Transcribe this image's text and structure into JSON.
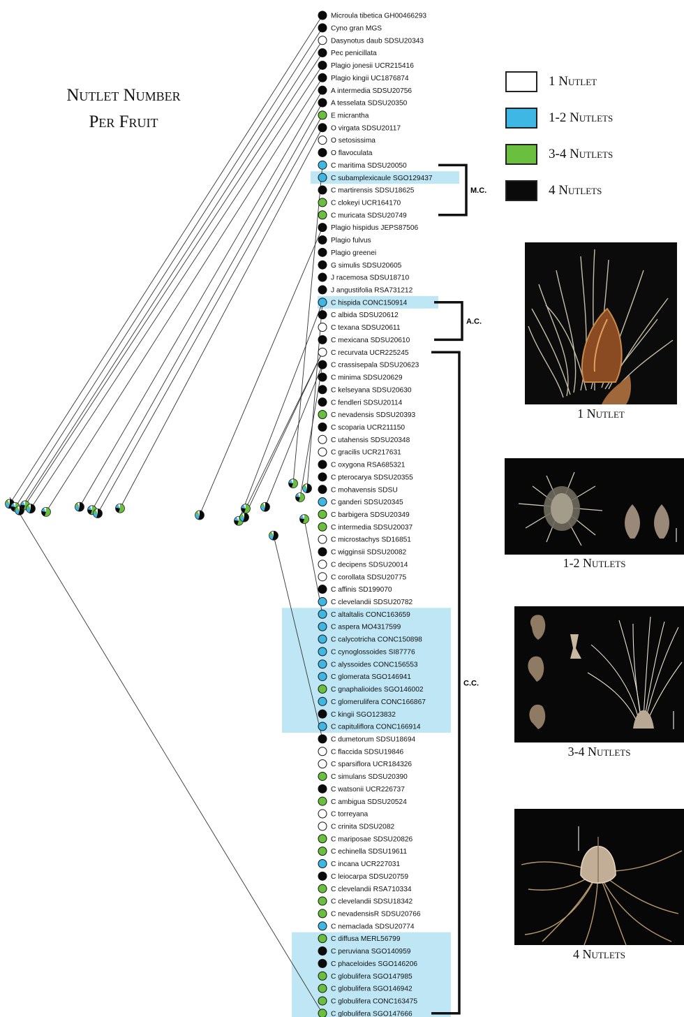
{
  "title_lines": [
    "Nutlet Number",
    "Per Fruit"
  ],
  "legend": [
    {
      "label": "1 Nutlet",
      "color": "#ffffff"
    },
    {
      "label": "1-2 Nutlets",
      "color": "#3fb7e4"
    },
    {
      "label": "3-4 Nutlets",
      "color": "#6abf3e"
    },
    {
      "label": "4 Nutlets",
      "color": "#0a0a0a"
    }
  ],
  "photos": [
    {
      "caption": "1 Nutlet"
    },
    {
      "caption": "1-2 Nutlets"
    },
    {
      "caption": "3-4 Nutlets"
    },
    {
      "caption": "4 Nutlets"
    }
  ],
  "clades": [
    {
      "label": "M.C.",
      "from": "C maritima SDSU20050",
      "to": "C muricata SDSU20749"
    },
    {
      "label": "A.C.",
      "from": "C hispida CONC150914",
      "to": "C mexicana SDSU20610"
    },
    {
      "label": "C.C.",
      "from": "C recurvata UCR225245",
      "to": "C globulifera SGO147666"
    }
  ],
  "highlight_groups": [
    [
      "C subamplexicaule SGO129437"
    ],
    [
      "C hispida CONC150914"
    ],
    [
      "C altaltalis CONC163659",
      "C aspera MO4317599",
      "C calycotricha CONC150898",
      "C cynoglossoides SI87776",
      "C alyssoides CONC156553",
      "C glomerata SGO146941",
      "C gnaphalioides SGO146002",
      "C glomerulifera CONC166867",
      "C kingii SGO123832",
      "C capituliflora CONC166914"
    ],
    [
      "C diffusa MERL56799",
      "C peruviana SGO140959",
      "C phaceloides SGO146206",
      "C globulifera SGO147985",
      "C globulifera SGO146942",
      "C globulifera CONC163475",
      "C globulifera SGO147666"
    ]
  ],
  "taxa": [
    {
      "name": "Microula tibetica GH00466293",
      "state": "4"
    },
    {
      "name": "Cyno gran MGS",
      "state": "4"
    },
    {
      "name": "Dasynotus daub SDSU20343",
      "state": "1"
    },
    {
      "name": "Pec penicillata",
      "state": "4"
    },
    {
      "name": "Plagio jonesii UCR215416",
      "state": "4"
    },
    {
      "name": "Plagio kingii UC1876874",
      "state": "4"
    },
    {
      "name": "A intermedia SDSU20756",
      "state": "4"
    },
    {
      "name": "A tesselata SDSU20350",
      "state": "4"
    },
    {
      "name": "E micrantha",
      "state": "3-4"
    },
    {
      "name": "O virgata SDSU20117",
      "state": "4"
    },
    {
      "name": "O setosissima",
      "state": "1"
    },
    {
      "name": "O flavoculata",
      "state": "4"
    },
    {
      "name": "C maritima SDSU20050",
      "state": "1-2"
    },
    {
      "name": "C subamplexicaule SGO129437",
      "state": "1-2"
    },
    {
      "name": "C martirensis SDSU18625",
      "state": "4"
    },
    {
      "name": "C clokeyi UCR164170",
      "state": "3-4"
    },
    {
      "name": "C muricata SDSU20749",
      "state": "3-4"
    },
    {
      "name": "Plagio hispidus JEPS87506",
      "state": "4"
    },
    {
      "name": "Plagio fulvus",
      "state": "4"
    },
    {
      "name": "Plagio greenei",
      "state": "4"
    },
    {
      "name": "G simulis SDSU20605",
      "state": "4"
    },
    {
      "name": "J racemosa SDSU18710",
      "state": "4"
    },
    {
      "name": "J angustifolia RSA731212",
      "state": "4"
    },
    {
      "name": "C hispida CONC150914",
      "state": "1-2"
    },
    {
      "name": "C albida SDSU20612",
      "state": "4"
    },
    {
      "name": "C texana SDSU20611",
      "state": "1"
    },
    {
      "name": "C mexicana SDSU20610",
      "state": "4"
    },
    {
      "name": "C recurvata UCR225245",
      "state": "1"
    },
    {
      "name": "C crassisepala SDSU20623",
      "state": "4"
    },
    {
      "name": "C minima SDSU20629",
      "state": "4"
    },
    {
      "name": "C kelseyana SDSU20630",
      "state": "4"
    },
    {
      "name": "C fendleri SDSU20114",
      "state": "4"
    },
    {
      "name": "C nevadensis SDSU20393",
      "state": "3-4"
    },
    {
      "name": "C scoparia UCR211150",
      "state": "4"
    },
    {
      "name": "C utahensis SDSU20348",
      "state": "1"
    },
    {
      "name": "C gracilis UCR217631",
      "state": "1"
    },
    {
      "name": "C oxygona RSA685321",
      "state": "4"
    },
    {
      "name": "C pterocarya SDSU20355",
      "state": "4"
    },
    {
      "name": "C mohavensis SDSU",
      "state": "4"
    },
    {
      "name": "C ganderi SDSU20345",
      "state": "1-2"
    },
    {
      "name": "C barbigera SDSU20349",
      "state": "3-4"
    },
    {
      "name": "C intermedia SDSU20037",
      "state": "3-4"
    },
    {
      "name": "C microstachys SD16851",
      "state": "1"
    },
    {
      "name": "C wigginsii SDSU20082",
      "state": "4"
    },
    {
      "name": "C decipens SDSU20014",
      "state": "1"
    },
    {
      "name": "C corollata SDSU20775",
      "state": "1"
    },
    {
      "name": "C affinis SD199070",
      "state": "4"
    },
    {
      "name": "C clevelandii SDSU20782",
      "state": "1-2"
    },
    {
      "name": "C altaltalis CONC163659",
      "state": "1-2"
    },
    {
      "name": "C aspera MO4317599",
      "state": "1-2"
    },
    {
      "name": "C calycotricha CONC150898",
      "state": "1-2"
    },
    {
      "name": "C cynoglossoides SI87776",
      "state": "1-2"
    },
    {
      "name": "C alyssoides CONC156553",
      "state": "1-2"
    },
    {
      "name": "C glomerata SGO146941",
      "state": "1-2"
    },
    {
      "name": "C gnaphalioides SGO146002",
      "state": "3-4"
    },
    {
      "name": "C glomerulifera CONC166867",
      "state": "1-2"
    },
    {
      "name": "C kingii SGO123832",
      "state": "4"
    },
    {
      "name": "C capituliflora CONC166914",
      "state": "1-2"
    },
    {
      "name": "C dumetorum SDSU18694",
      "state": "4"
    },
    {
      "name": "C flaccida SDSU19846",
      "state": "1"
    },
    {
      "name": "C sparsiflora UCR184326",
      "state": "1"
    },
    {
      "name": "C simulans SDSU20390",
      "state": "3-4"
    },
    {
      "name": "C watsonii UCR226737",
      "state": "4"
    },
    {
      "name": "C ambigua SDSU20524",
      "state": "3-4"
    },
    {
      "name": "C torreyana",
      "state": "1"
    },
    {
      "name": "C crinita SDSU2082",
      "state": "1"
    },
    {
      "name": "C mariposae SDSU20826",
      "state": "3-4"
    },
    {
      "name": "C echinella SDSU19611",
      "state": "3-4"
    },
    {
      "name": "C incana UCR227031",
      "state": "1-2"
    },
    {
      "name": "C leiocarpa SDSU20759",
      "state": "4"
    },
    {
      "name": "C clevelandii RSA710334",
      "state": "3-4"
    },
    {
      "name": "C clevelandii SDSU18342",
      "state": "3-4"
    },
    {
      "name": "C nevadensisR SDSU20766",
      "state": "3-4"
    },
    {
      "name": "C nemaclada SDSU20774",
      "state": "1-2"
    },
    {
      "name": "C diffusa MERL56799",
      "state": "3-4"
    },
    {
      "name": "C peruviana SGO140959",
      "state": "4"
    },
    {
      "name": "C phaceloides SGO146206",
      "state": "4"
    },
    {
      "name": "C globulifera SGO147985",
      "state": "3-4"
    },
    {
      "name": "C globulifera SGO146942",
      "state": "3-4"
    },
    {
      "name": "C globulifera CONC163475",
      "state": "3-4"
    },
    {
      "name": "C globulifera SGO147666",
      "state": "3-4"
    }
  ]
}
